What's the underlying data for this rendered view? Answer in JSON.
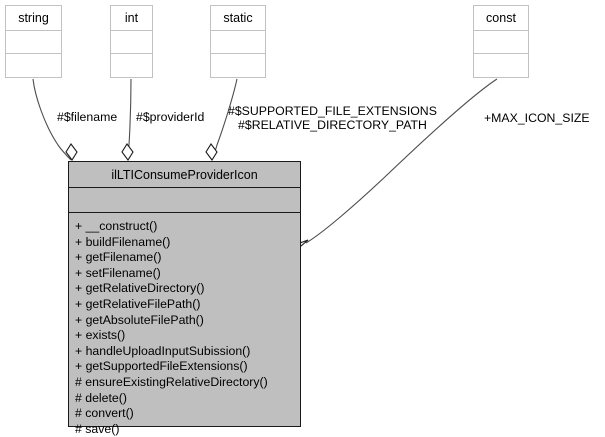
{
  "diagram": {
    "kind": "uml-class-diagram",
    "background_color": "#ffffff",
    "class_fill_color": "#bfbfbf",
    "class_border_color": "#1a1a1a",
    "type_border_color": "#c2c2c2",
    "edge_color": "#4d4d4d"
  },
  "main_class": {
    "name": "ilLTIConsumeProviderIcon",
    "attributes": [],
    "operations": [
      "+ __construct()",
      "+ buildFilename()",
      "+ getFilename()",
      "+ setFilename()",
      "+ getRelativeDirectory()",
      "+ getRelativeFilePath()",
      "+ getAbsoluteFilePath()",
      "+ exists()",
      "+ handleUploadInputSubission()",
      "+ getSupportedFileExtensions()",
      "# ensureExistingRelativeDirectory()",
      "# delete()",
      "# convert()",
      "# save()"
    ]
  },
  "type_nodes": [
    {
      "id": "string",
      "name": "string"
    },
    {
      "id": "int",
      "name": "int"
    },
    {
      "id": "static",
      "name": "static"
    },
    {
      "id": "const",
      "name": "const"
    }
  ],
  "edge_labels": {
    "filename": "#$filename",
    "providerid": "#$providerId",
    "static_members": "#$SUPPORTED_FILE_EXTENSIONS\n#$RELATIVE_DIRECTORY_PATH",
    "max_icon_size": "+MAX_ICON_SIZE"
  }
}
